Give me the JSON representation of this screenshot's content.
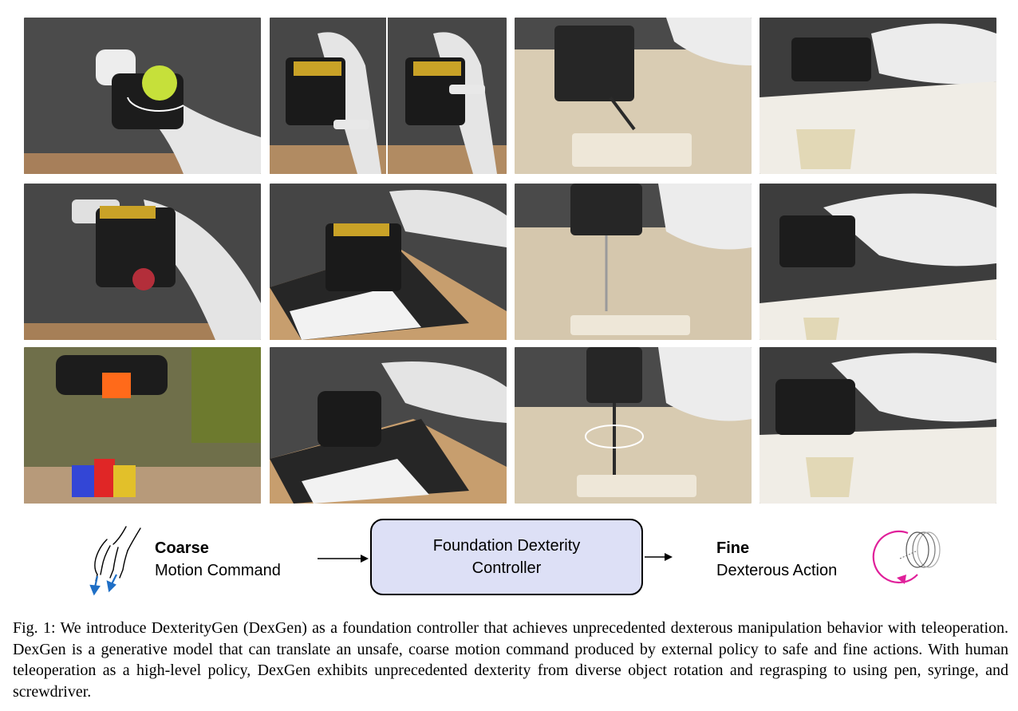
{
  "figure": {
    "photos": [
      {
        "id": "r1c1",
        "scene": "rotate-tennis-ball"
      },
      {
        "id": "r1c2",
        "scene": "syringe-regrasp",
        "split": true
      },
      {
        "id": "r1c3",
        "scene": "screwdriver-align"
      },
      {
        "id": "r1c4",
        "scene": "syringe-over-cup-grasp"
      },
      {
        "id": "r2c1",
        "scene": "in-hand-rotation"
      },
      {
        "id": "r2c2",
        "scene": "pen-pickup"
      },
      {
        "id": "r2c3",
        "scene": "screwdriver-insert"
      },
      {
        "id": "r2c4",
        "scene": "syringe-lifted"
      },
      {
        "id": "r3c1",
        "scene": "cube-stacking"
      },
      {
        "id": "r3c2",
        "scene": "pen-writing"
      },
      {
        "id": "r3c3",
        "scene": "screwdriver-turn"
      },
      {
        "id": "r3c4",
        "scene": "syringe-inject-cup"
      }
    ],
    "diagram": {
      "coarse_title": "Coarse",
      "coarse_sub": "Motion Command",
      "controller_line1": "Foundation Dexterity",
      "controller_line2": "Controller",
      "fine_title": "Fine",
      "fine_sub": "Dexterous Action",
      "colors": {
        "controller_fill": "#dde0f6",
        "hand_arrow": "#1f6fc6",
        "rotation_arrow": "#e0209a"
      },
      "icons": [
        "hand-sketch-icon",
        "rotation-icon"
      ]
    },
    "caption": "Fig. 1: We introduce DexterityGen (DexGen) as a foundation controller that achieves unprecedented dexterous manipulation behavior with teleoperation. DexGen is a generative model that can translate an unsafe, coarse motion command produced by external policy to safe and fine actions. With human teleoperation as a high-level policy, DexGen exhibits unprecedented dexterity from diverse object rotation and regrasping to using pen, syringe, and screwdriver."
  }
}
